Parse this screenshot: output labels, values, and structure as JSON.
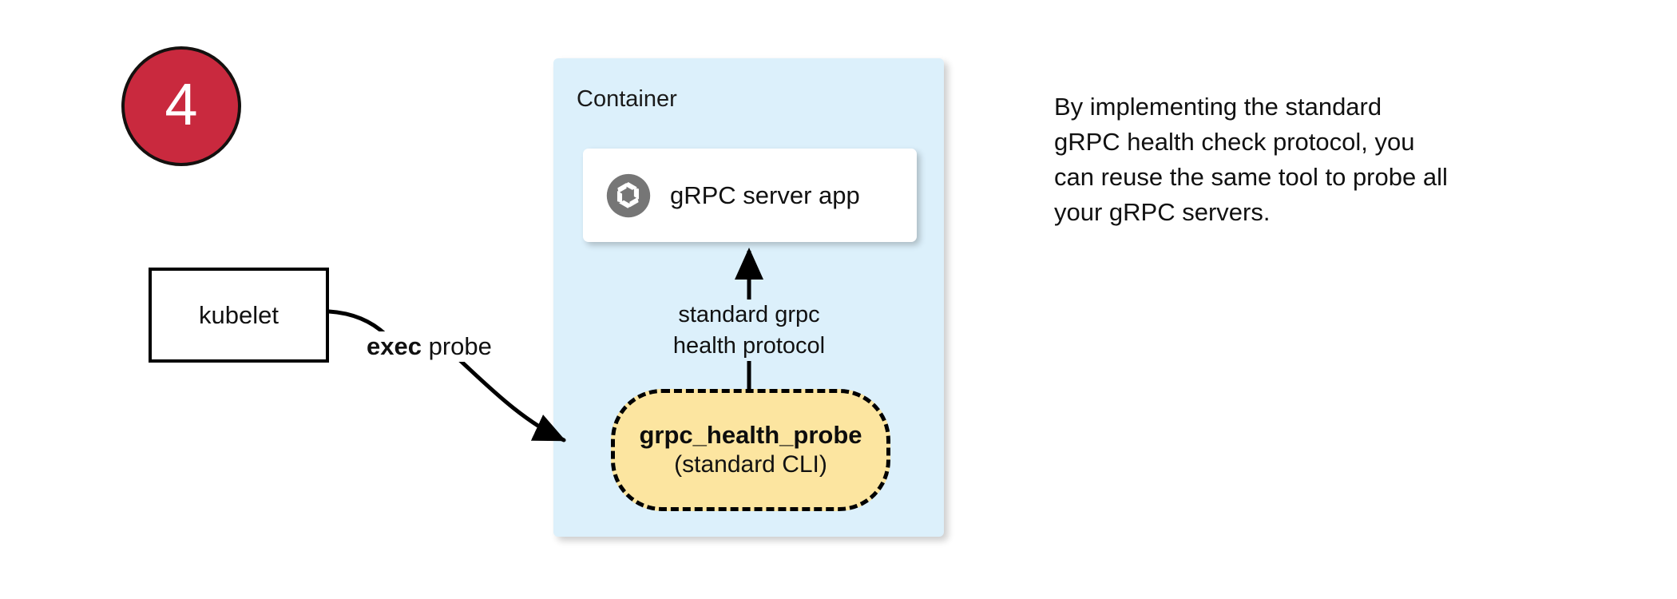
{
  "step": {
    "number": "4",
    "fill_color": "#c9293e",
    "border_color": "#14110f",
    "text_color": "#ffffff"
  },
  "container": {
    "label": "Container",
    "fill_color": "#dcf0fb"
  },
  "grpc_app": {
    "label": "gRPC server app",
    "icon": "grpc-aperture-icon",
    "icon_color": "#767676",
    "fill_color": "#ffffff"
  },
  "kubelet": {
    "label": "kubelet",
    "fill_color": "#ffffff",
    "border_color": "#000000"
  },
  "exec_probe": {
    "bold_part": "exec",
    "rest_part": " probe"
  },
  "probe_pill": {
    "title": "grpc_health_probe",
    "subtitle": "(standard CLI)",
    "fill_color": "#fce5a0",
    "border_color": "#000000",
    "border_style": "dashed"
  },
  "protocol_arrow": {
    "line1": "standard grpc",
    "line2": "health protocol"
  },
  "caption": {
    "line1": "By implementing the standard",
    "line2": "gRPC health check protocol, you",
    "line3": "can reuse the same tool to probe all",
    "line4": "your gRPC servers."
  }
}
